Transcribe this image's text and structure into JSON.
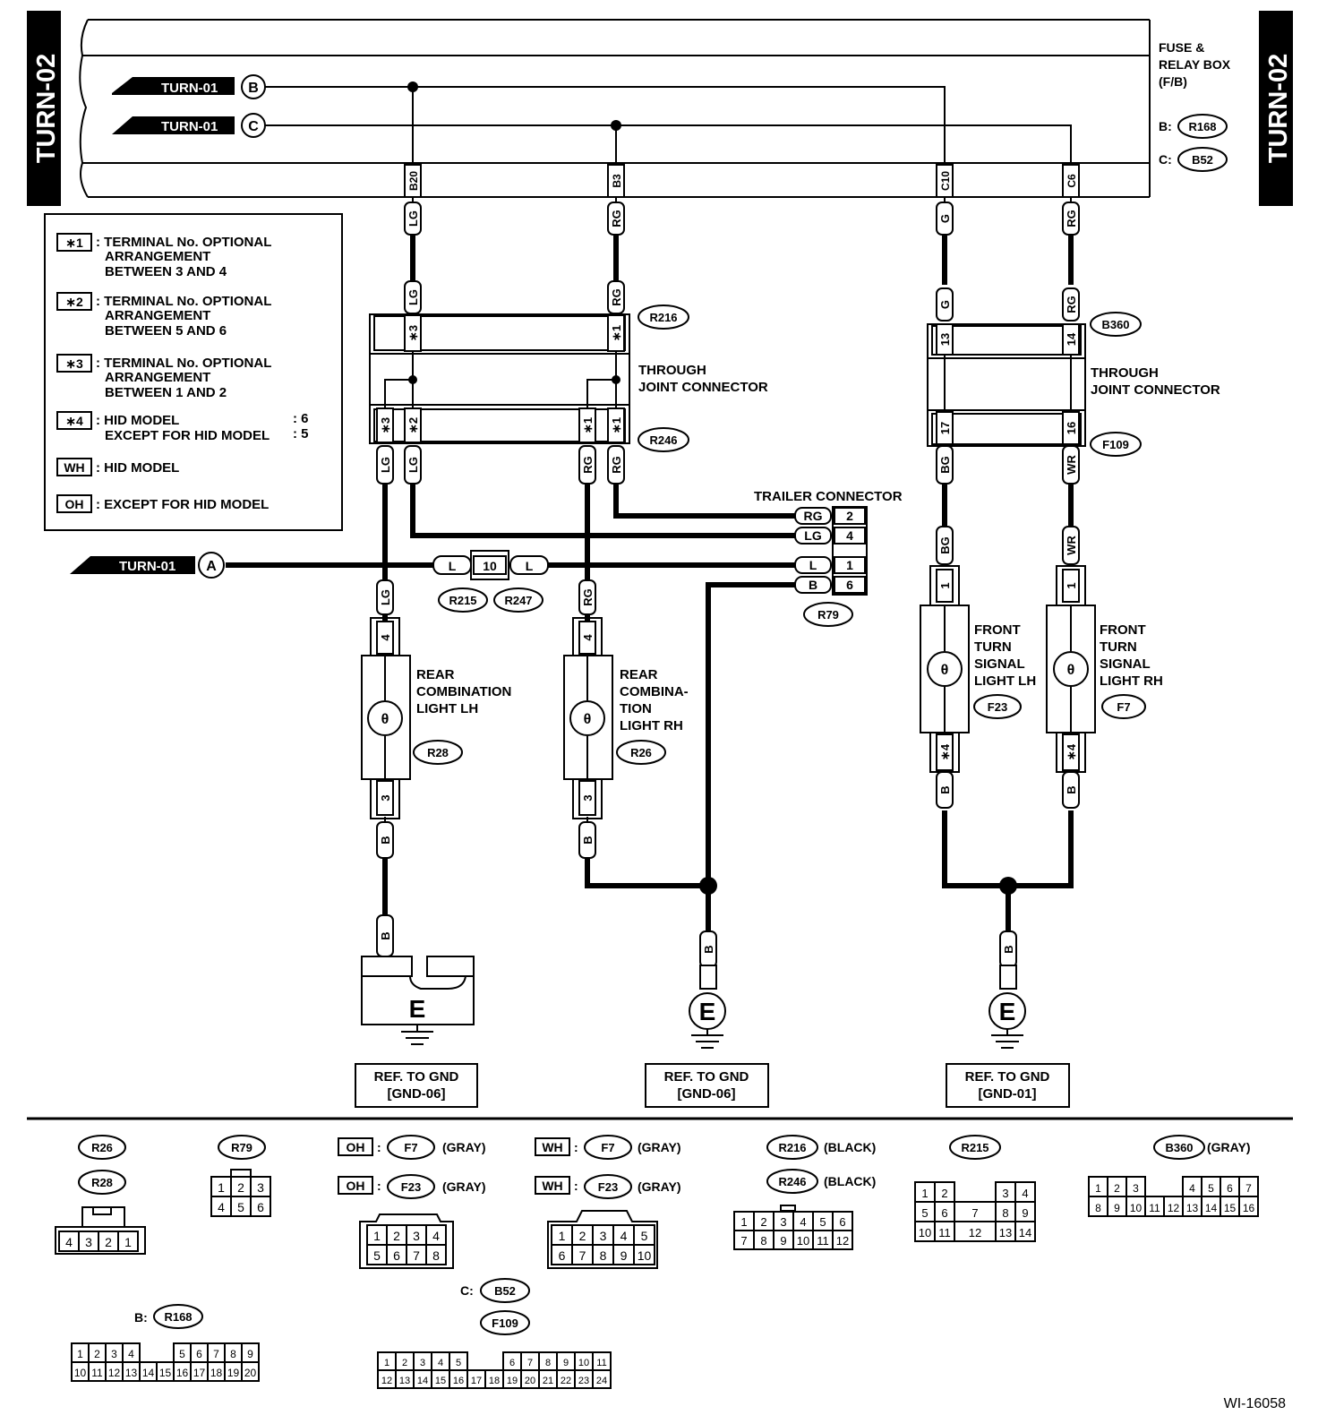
{
  "page": {
    "side_label": "TURN-02",
    "figure_id": "WI-16058"
  },
  "fuse_box": {
    "title_lines": [
      "FUSE &",
      "RELAY BOX",
      "(F/B)"
    ],
    "b_prefix": "B:",
    "b_connector": "R168",
    "c_prefix": "C:",
    "c_connector": "B52",
    "terminals": [
      "B20",
      "B3",
      "C10",
      "C6"
    ]
  },
  "turn_refs": {
    "label": "TURN-01",
    "b": "B",
    "c": "C",
    "a": "A"
  },
  "legend": [
    {
      "key": "∗1",
      "lines": [
        ": TERMINAL No. OPTIONAL",
        "ARRANGEMENT",
        "BETWEEN 3 AND 4"
      ]
    },
    {
      "key": "∗2",
      "lines": [
        ": TERMINAL No. OPTIONAL",
        "ARRANGEMENT",
        "BETWEEN 5 AND 6"
      ]
    },
    {
      "key": "∗3",
      "lines": [
        ": TERMINAL No. OPTIONAL",
        "ARRANGEMENT",
        "BETWEEN 1 AND 2"
      ]
    },
    {
      "key": "∗4",
      "lines": [
        ": HID MODEL",
        "EXCEPT FOR HID MODEL"
      ],
      "values": [
        ": 6",
        ": 5"
      ]
    },
    {
      "key": "WH",
      "lines": [
        ": HID MODEL"
      ]
    },
    {
      "key": "OH",
      "lines": [
        ": EXCEPT FOR HID MODEL"
      ]
    }
  ],
  "joint_left": {
    "upper_connector": "R216",
    "lower_connector": "R246",
    "label_lines": [
      "THROUGH",
      "JOINT CONNECTOR"
    ]
  },
  "joint_right": {
    "upper_connector": "B360",
    "lower_connector": "F109",
    "label_lines": [
      "THROUGH",
      "JOINT CONNECTOR"
    ],
    "pins": [
      "13",
      "14",
      "17",
      "16"
    ]
  },
  "trailer": {
    "title": "TRAILER CONNECTOR",
    "connector": "R79",
    "rows": [
      {
        "wire": "RG",
        "pin": "2"
      },
      {
        "wire": "LG",
        "pin": "4"
      },
      {
        "wire": "L",
        "pin": "1"
      },
      {
        "wire": "B",
        "pin": "6"
      }
    ]
  },
  "inline_connector": {
    "wire": "L",
    "pin": "10",
    "ids": [
      "R215",
      "R247"
    ]
  },
  "wire_colors": {
    "LG": "LG",
    "RG": "RG",
    "G": "G",
    "BG": "BG",
    "WR": "WR",
    "B": "B"
  },
  "opt_marks": {
    "s1": "∗1",
    "s2": "∗2",
    "s3": "∗3",
    "s4": "∗4"
  },
  "lights": [
    {
      "id": "R28",
      "lines": [
        "REAR",
        "COMBINATION",
        "LIGHT LH"
      ],
      "pin_top": "4",
      "pin_bottom": "3"
    },
    {
      "id": "R26",
      "lines": [
        "REAR",
        "COMBINA-",
        "TION",
        "LIGHT RH"
      ],
      "pin_top": "4",
      "pin_bottom": "3"
    },
    {
      "id": "F23",
      "lines": [
        "FRONT",
        "TURN",
        "SIGNAL",
        "LIGHT LH"
      ],
      "pin_top": "1"
    },
    {
      "id": "F7",
      "lines": [
        "FRONT",
        "TURN",
        "SIGNAL",
        "LIGHT RH"
      ],
      "pin_top": "1"
    }
  ],
  "grounds": [
    {
      "symbol": "E",
      "ref": "REF. TO GND",
      "gnd": "[GND-06]"
    },
    {
      "symbol": "E",
      "ref": "REF. TO GND",
      "gnd": "[GND-06]"
    },
    {
      "symbol": "E",
      "ref": "REF. TO GND",
      "gnd": "[GND-01]"
    }
  ],
  "connector_views": {
    "r26": "R26",
    "r28": "R28",
    "r79": "R79",
    "oh": "OH",
    "wh": "WH",
    "f7": "F7",
    "f23": "F23",
    "gray": "(GRAY)",
    "r216": "R216",
    "r246": "R246",
    "black": "(BLACK)",
    "r215": "R215",
    "b360": "B360",
    "b_prefix": "B:",
    "r168": "R168",
    "c_prefix": "C:",
    "b52": "B52",
    "f109": "F109"
  }
}
